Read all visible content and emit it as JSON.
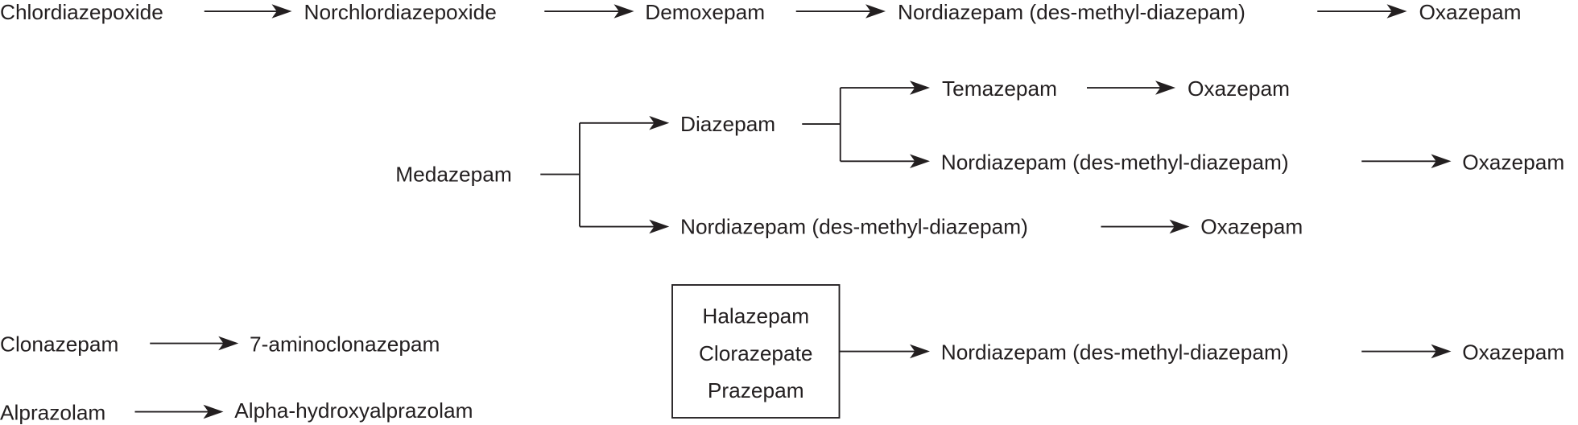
{
  "pathway_chlordiazepoxide": [
    "Chlordiazepoxide",
    "Norchlordiazepoxide",
    "Demoxepam",
    "Nordiazepam (des-methyl-diazepam)",
    "Oxazepam"
  ],
  "pathway_medazepam": {
    "root": "Medazepam",
    "diazepam": "Diazepam",
    "temazepam": "Temazepam",
    "temazepam_product": "Oxazepam",
    "diazepam_nordiazepam": "Nordiazepam (des-methyl-diazepam)",
    "diazepam_nordiazepam_product": "Oxazepam",
    "nordiazepam": "Nordiazepam (des-methyl-diazepam)",
    "nordiazepam_product": "Oxazepam"
  },
  "pathway_clonazepam": [
    "Clonazepam",
    "7-aminoclonazepam"
  ],
  "pathway_alprazolam": [
    "Alprazolam",
    "Alpha-hydroxyalprazolam"
  ],
  "pathway_prodrugs": {
    "box": [
      "Halazepam",
      "Clorazepate",
      "Prazepam"
    ],
    "nordiazepam": "Nordiazepam (des-methyl-diazepam)",
    "product": "Oxazepam"
  }
}
